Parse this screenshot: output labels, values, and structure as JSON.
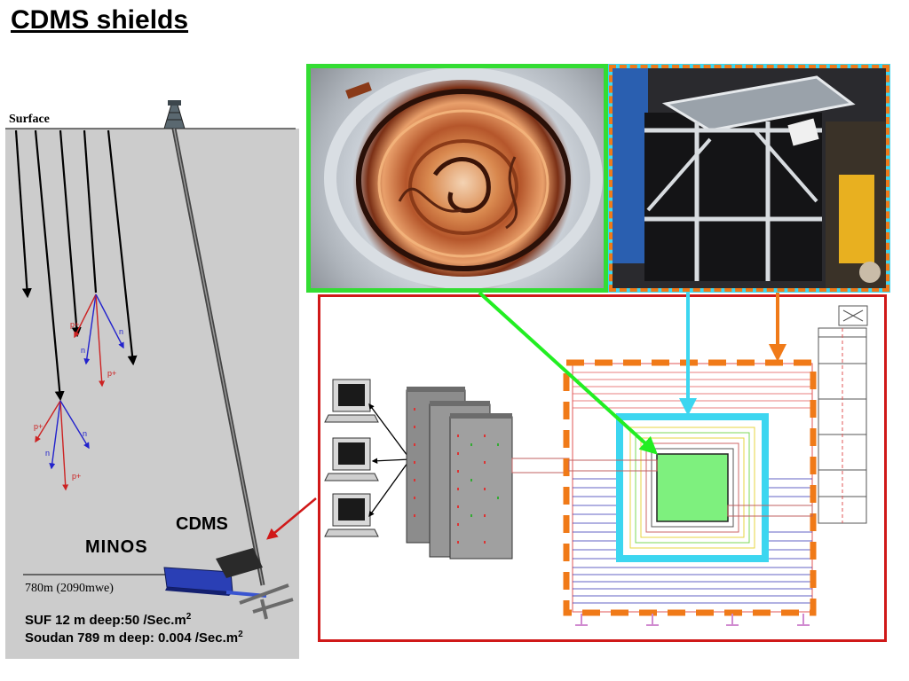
{
  "slide": {
    "title": "CDMS shields"
  },
  "mine_diagram": {
    "surface_label": "Surface",
    "cdms_label": "CDMS",
    "minos_label": "MINOS",
    "depth_label": "780m (2090mwe)",
    "particles": {
      "proton": "p+",
      "neutron": "n"
    }
  },
  "flux": {
    "suf_text": "SUF 12 m deep:50 /Sec.m",
    "soudan_text": "Soudan 789 m deep: 0.004 /Sec.m",
    "exponent": "2"
  },
  "colors": {
    "inner_shield_green": "#33dd33",
    "polyethylene_cyan": "#3cd6f0",
    "lead_orange": "#f07a18",
    "schematic_border_red": "#d01919",
    "muon_veto_blue": "#2f2fb0",
    "outer_red_hatch": "#e25555"
  },
  "icons": {
    "tower": "headframe-tower-icon",
    "computer": "computer-monitor-icon",
    "rack": "server-rack-icon",
    "cryostat": "cryostat-column-icon"
  }
}
